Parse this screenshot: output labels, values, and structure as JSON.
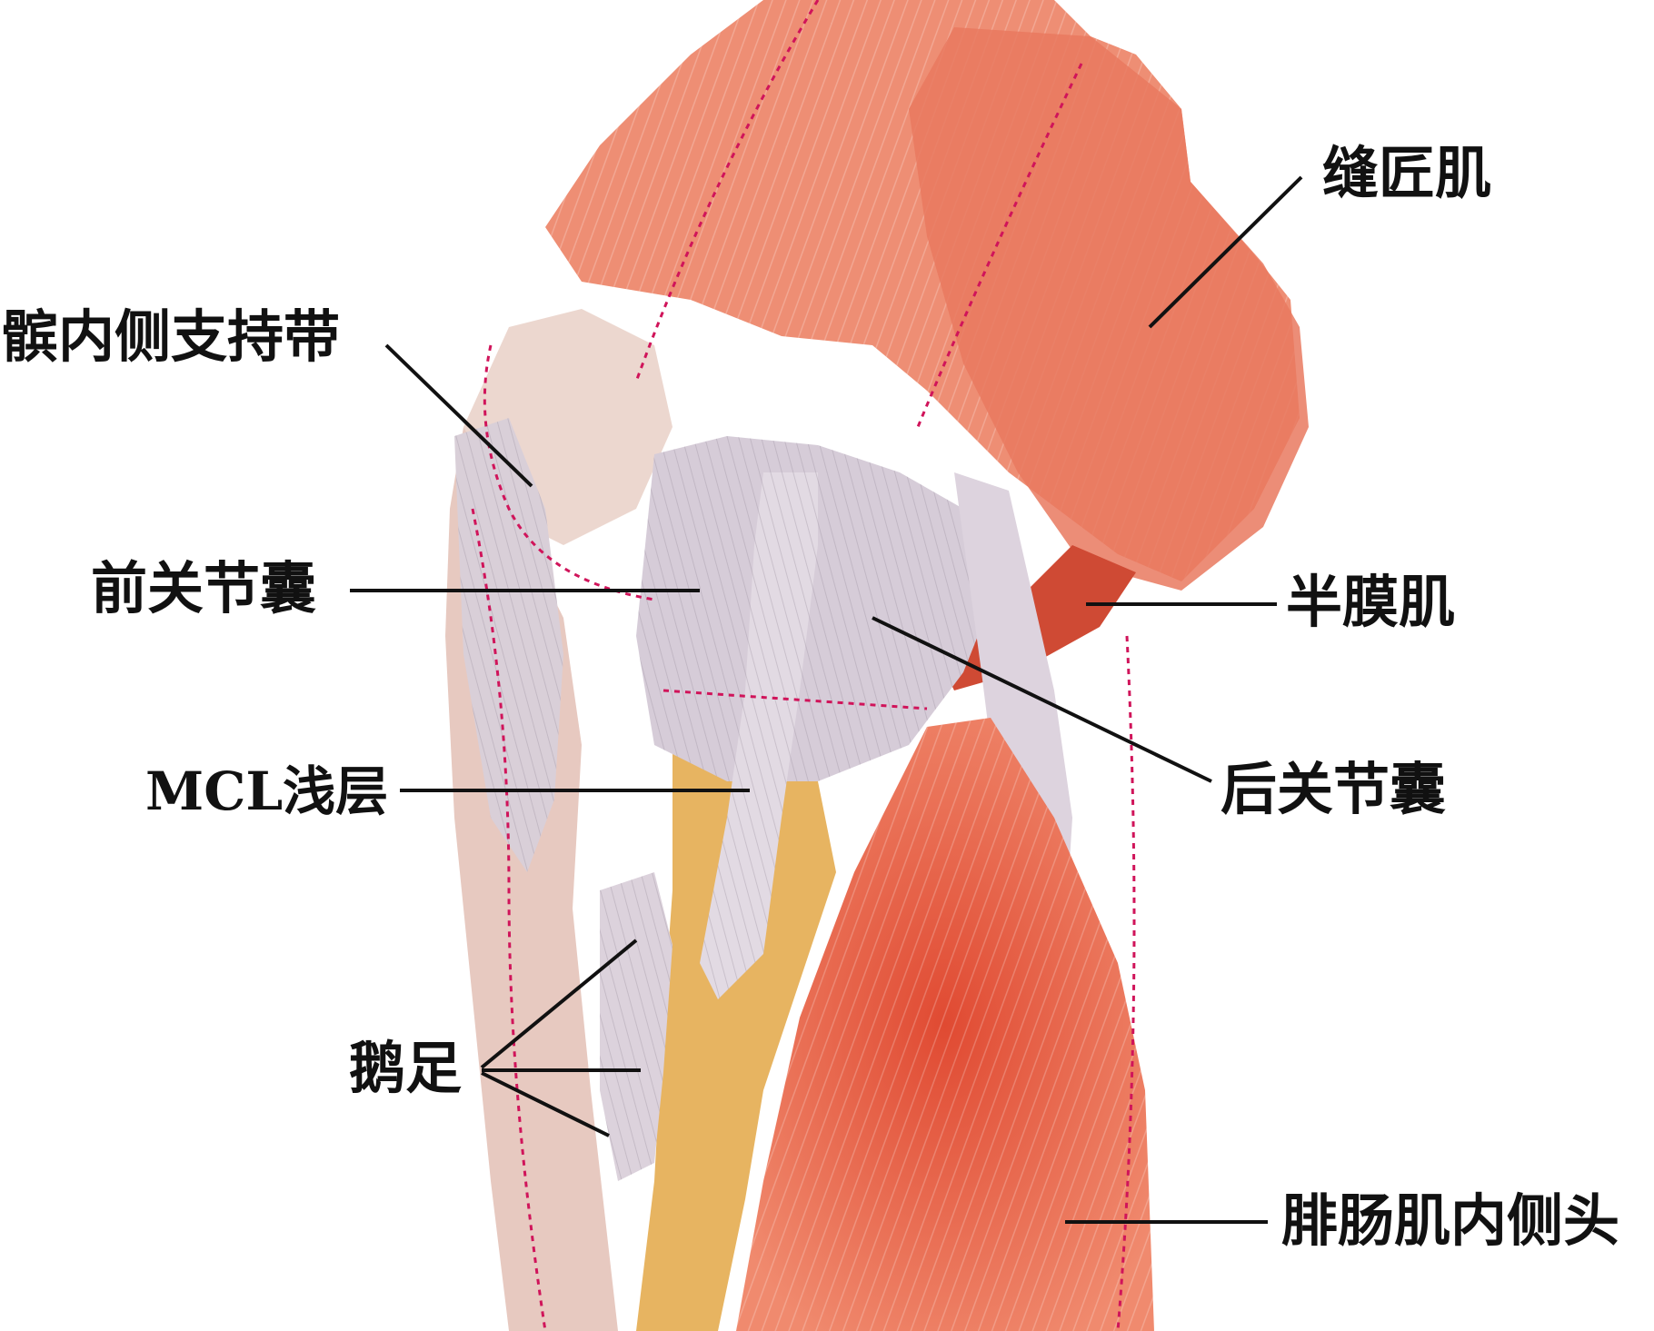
{
  "labels": {
    "patellar_retinaculum": "髌内侧支持带",
    "sartorius": "缝匠肌",
    "anterior_capsule": "前关节囊",
    "semimembranosus": "半膜肌",
    "posterior_capsule": "后关节囊",
    "mcl_superficial": "MCL浅层",
    "pes_anserinus": "鹅足",
    "gastrocnemius_medial_head": "腓肠肌内侧头"
  },
  "colors": {
    "muscle": "#e8684e",
    "muscle_light": "#f2a58e",
    "ligament": "#d9cfd8",
    "bone": "#e6b25c",
    "leader_line": "#111111",
    "dashed_outline": "#d0145a"
  }
}
